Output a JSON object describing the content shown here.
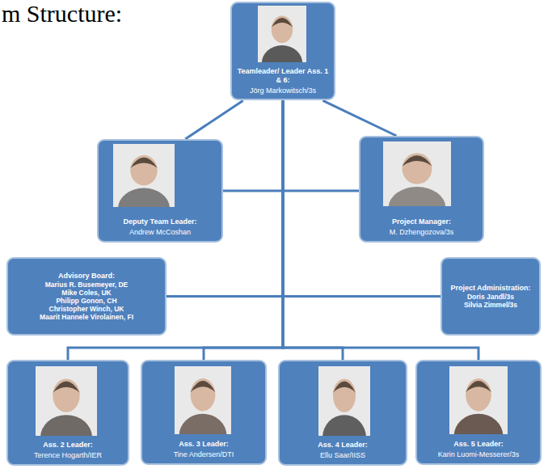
{
  "diagram": {
    "title": "m Structure:",
    "nodes": [
      {
        "text": [
          "Teamleader/ Leader Ass. 1 & 6:",
          "Jörg Markowitsch/3s"
        ]
      },
      {
        "text": [
          "Deputy Team Leader:",
          "Andrew McCoshan"
        ]
      },
      {
        "text": [
          "Project Manager:",
          "M. Dzhengozova/3s"
        ]
      },
      {
        "text": [
          "Advisory Board:",
          "Marius R. Busemeyer, DE",
          "Mike Coles, UK",
          "Philipp Gonon, CH",
          "Christopher Winch, UK",
          "Maarit Hannele Virolainen, FI"
        ]
      },
      {
        "text": [
          "Project Administration:",
          "Doris Jandl/3s",
          "Silvia Zimmel/3s"
        ]
      },
      {
        "text": [
          "Ass. 2 Leader:",
          "Terence Hogarth/IER"
        ]
      },
      {
        "text": [
          "Ass. 3 Leader:",
          "Tine Andersen/DTI"
        ]
      },
      {
        "text": [
          "Ass. 4 Leader:",
          "Ellu Saar/IISS"
        ]
      },
      {
        "text": [
          "Ass. 5 Leader:",
          "Karin Luomi-Messerer/3s"
        ]
      }
    ],
    "edges": [
      {
        "from": 0,
        "to": 1,
        "arrow": "none"
      },
      {
        "from": 0,
        "to": 2,
        "arrow": "none"
      },
      {
        "from": 1,
        "to": 2,
        "arrow": "none"
      },
      {
        "from": 0,
        "to": 3,
        "arrow": "none"
      },
      {
        "from": 0,
        "to": 4,
        "arrow": "none"
      },
      {
        "from": 0,
        "to": 5,
        "arrow": "none"
      },
      {
        "from": 0,
        "to": 6,
        "arrow": "none"
      },
      {
        "from": 0,
        "to": 7,
        "arrow": "none"
      },
      {
        "from": 0,
        "to": 8,
        "arrow": "none"
      }
    ]
  }
}
